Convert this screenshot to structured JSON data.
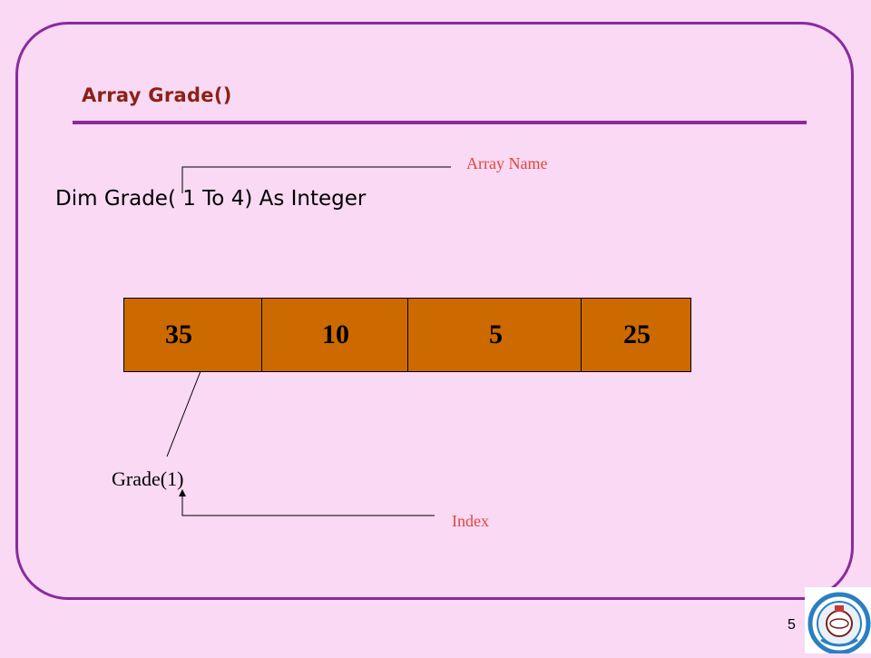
{
  "slide": {
    "title": "Array Grade()",
    "code_line": "Dim Grade( 1 To 4) As Integer",
    "array_name_label": "Array Name",
    "index_label": "Index",
    "grade_reference": "Grade(1)",
    "page_number": "5"
  },
  "array": {
    "values": [
      "35",
      "10",
      "5",
      "25"
    ],
    "cell_color": "#cc6a00"
  },
  "colors": {
    "background": "#f9d9f3",
    "frame_border": "#8b2a9e",
    "title_text": "#8a2215",
    "annotation_text": "#e0463e"
  },
  "logo": {
    "icon": "university-seal-icon"
  }
}
